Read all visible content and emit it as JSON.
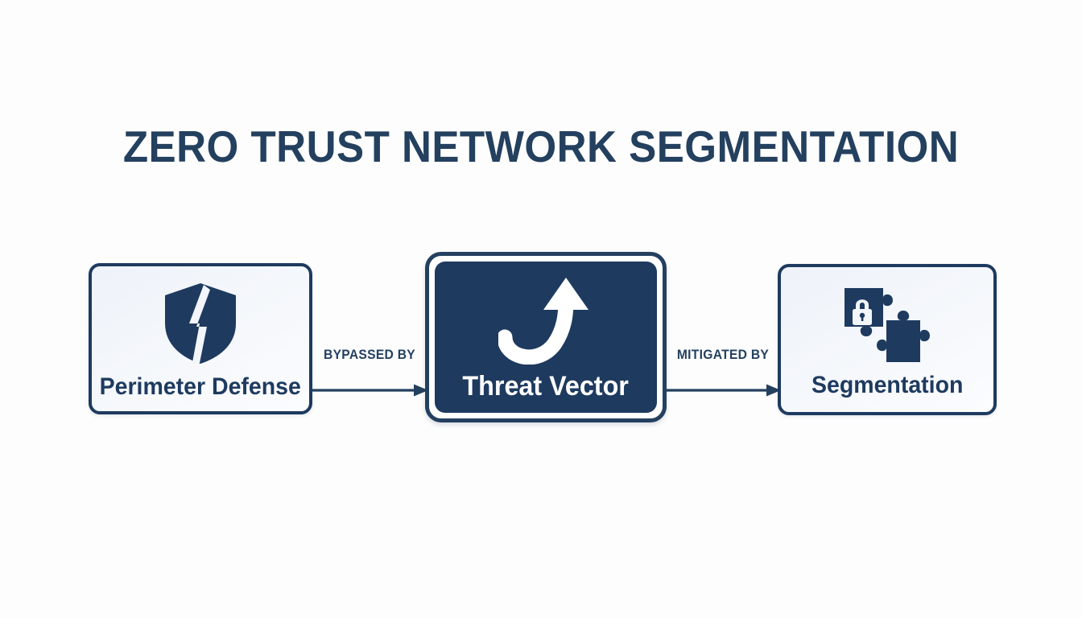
{
  "title": "ZERO TRUST NETWORK SEGMENTATION",
  "colors": {
    "background": "#fdfdfd",
    "navy": "#1e3a5f",
    "navy_dark": "#24405f",
    "panel_light": "#eef2f9",
    "white": "#ffffff"
  },
  "nodes": [
    {
      "id": "perimeter-defense",
      "label": "Perimeter Defense",
      "icon": "cracked-shield-icon",
      "style": "light"
    },
    {
      "id": "threat-vector",
      "label": "Threat Vector",
      "icon": "curved-up-arrow-icon",
      "style": "filled-highlight"
    },
    {
      "id": "segmentation",
      "label": "Segmentation",
      "icon": "locked-puzzle-pieces-icon",
      "style": "light"
    }
  ],
  "connectors": [
    {
      "id": "connector-1",
      "label": "BYPASSED BY",
      "from": "perimeter-defense",
      "to": "threat-vector"
    },
    {
      "id": "connector-2",
      "label": "MITIGATED BY",
      "from": "threat-vector",
      "to": "segmentation"
    }
  ]
}
